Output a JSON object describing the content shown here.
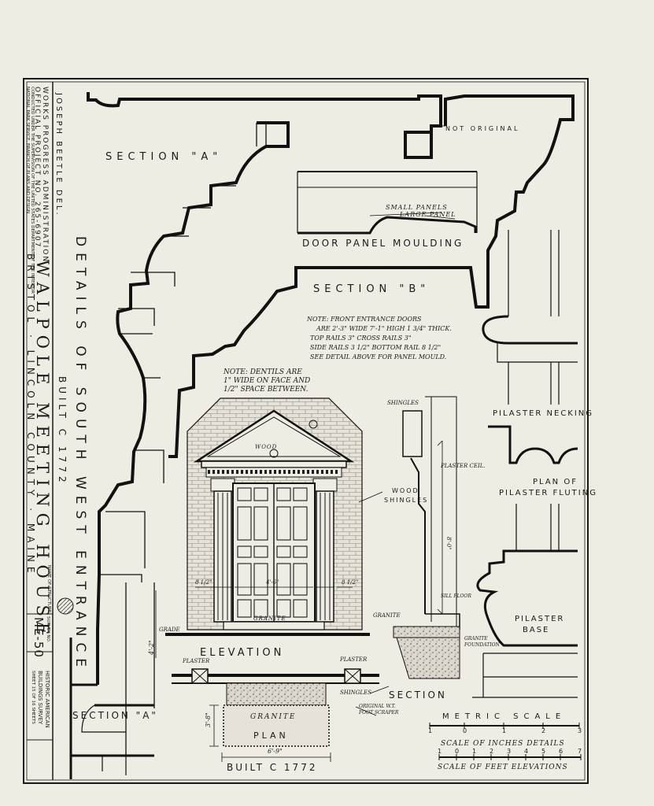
{
  "title_block": {
    "agency_line1": "WORKS PROGRESS ADMINISTRATION",
    "agency_line2": "OFFICIAL PROJECT NO. 265-6907",
    "agency_line3": "CONDUCTED UNDER THE SUPERVISION OF THE UNITED STATES DEPARTMENT OF THE INTERIOR",
    "agency_line4": "NATIONAL PARK SERVICE, BRANCH OF PLANS AND DESIGN",
    "delineator": "JOSEPH BEETLE DEL.",
    "structure_name": "WALPOLE MEETING HOUSE",
    "location": "BRISTOL · LINCOLN COUNTY · MAINE",
    "name_of_structure_label": "NAME OF STRUCTURE",
    "survey_no_label": "SURVEY NO.",
    "survey_no": "ME-50",
    "habs_line1": "HISTORIC AMERICAN",
    "habs_line2": "BUILDINGS SURVEY",
    "sheet_label": "SHEET 15 OF 16 SHEETS"
  },
  "main_title": {
    "line1": "DETAILS OF SOUTH WEST ENTRANCE",
    "line2": "BUILT C 1772"
  },
  "labels": {
    "section_a": "SECTION \"A\"",
    "section_b": "SECTION \"B\"",
    "not_original": "NOT ORIGINAL",
    "small_panels": "SMALL PANELS",
    "large_panel": "LARGE PANEL",
    "door_panel_moulding": "DOOR PANEL MOULDING",
    "notes": [
      "NOTE: FRONT ENTRANCE DOORS",
      "ARE 2'-3\" WIDE 7'-1\" HIGH 1 3/4\" THICK.",
      "TOP RAILS 3\" CROSS RAILS 3\"",
      "SIDE RAILS 3 1/2\" BOTTOM RAIL 8 1/2\"",
      "SEE DETAIL ABOVE FOR PANEL MOULD."
    ],
    "dentil_note": [
      "NOTE: DENTILS ARE",
      "1\" WIDE ON FACE AND",
      "1/2\" SPACE BETWEEN."
    ],
    "wood": "WOOD",
    "wood_shingles": [
      "WOOD",
      "SHINGLES"
    ],
    "shingles_top": "SHINGLES",
    "plaster_ceil": "PLASTER CEIL.",
    "sill_floor": "SILL FLOOR",
    "granite": "GRANITE",
    "granite_foundation": [
      "GRANITE",
      "FOUNDATION"
    ],
    "grade": "GRADE",
    "granite_step": "GRANITE",
    "elevation": "ELEVATION",
    "section": "SECTION",
    "pilaster_necking": "PILASTER NECKING",
    "plan_of_pilaster_fluting": [
      "PLAN OF",
      "PILASTER FLUTING"
    ],
    "pilaster_base": [
      "PILASTER",
      "BASE"
    ],
    "plaster_left": "PLASTER",
    "plaster_right": "PLASTER",
    "shingles_plan": "SHINGLES",
    "granite_plan": "GRANITE",
    "original_wt": [
      "ORIGINAL W.T.",
      "FOOT SCRAPER"
    ],
    "plan": "PLAN",
    "dim_plan_width": "6'-9\"",
    "dim_plan_depth": "3'-8\"",
    "dim_left": "4'-2\"",
    "dim_pilaster_left": "8 1/2\"",
    "dim_door": "4'-6\"",
    "dim_pilaster_right": "8 1/2\"",
    "dim_section_height": "8'-0\"",
    "section_a_lower": "SECTION \"A\"",
    "built": "BUILT C 1772",
    "metric_scale": "METRIC SCALE",
    "metric_ticks": [
      "1",
      "0",
      "1",
      "2",
      "3"
    ],
    "inches_scale": "SCALE OF INCHES DETAILS",
    "inch_ticks": [
      "1",
      "0",
      "1",
      "2",
      "3",
      "4",
      "5",
      "6",
      "7"
    ],
    "feet_scale": "SCALE OF FEET ELEVATIONS"
  },
  "colors": {
    "paper": "#efece3",
    "ink": "#1a1a1a",
    "brick": "#cfcac0"
  }
}
